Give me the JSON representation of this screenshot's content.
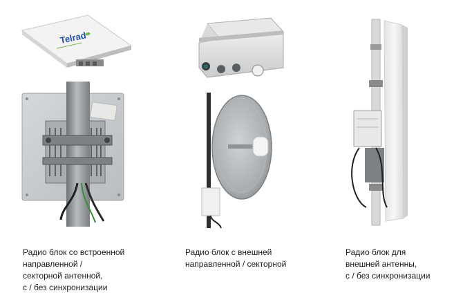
{
  "brand": {
    "logo_text": "Telrad"
  },
  "products": [
    {
      "id": "integrated-antenna-unit",
      "caption_lines": [
        "Радио блок со встроенной",
        "направленной /",
        "секторной антенной,",
        "с / без синхронизации"
      ]
    },
    {
      "id": "external-dish-unit",
      "caption_lines": [
        "Радио блок с внешней",
        "направленной / секторной"
      ]
    },
    {
      "id": "external-antenna-unit",
      "caption_lines": [
        "Радио блок для",
        "внешней антенны,",
        "с / без синхронизации"
      ]
    }
  ],
  "colors": {
    "panel_grey": "#c9ccce",
    "panel_white": "#f1f1f1",
    "pole_grey": "#8e9496",
    "brand_blue": "#1f4fa0",
    "brand_green": "#7ab648",
    "caption_text": "#1a1a1a"
  }
}
